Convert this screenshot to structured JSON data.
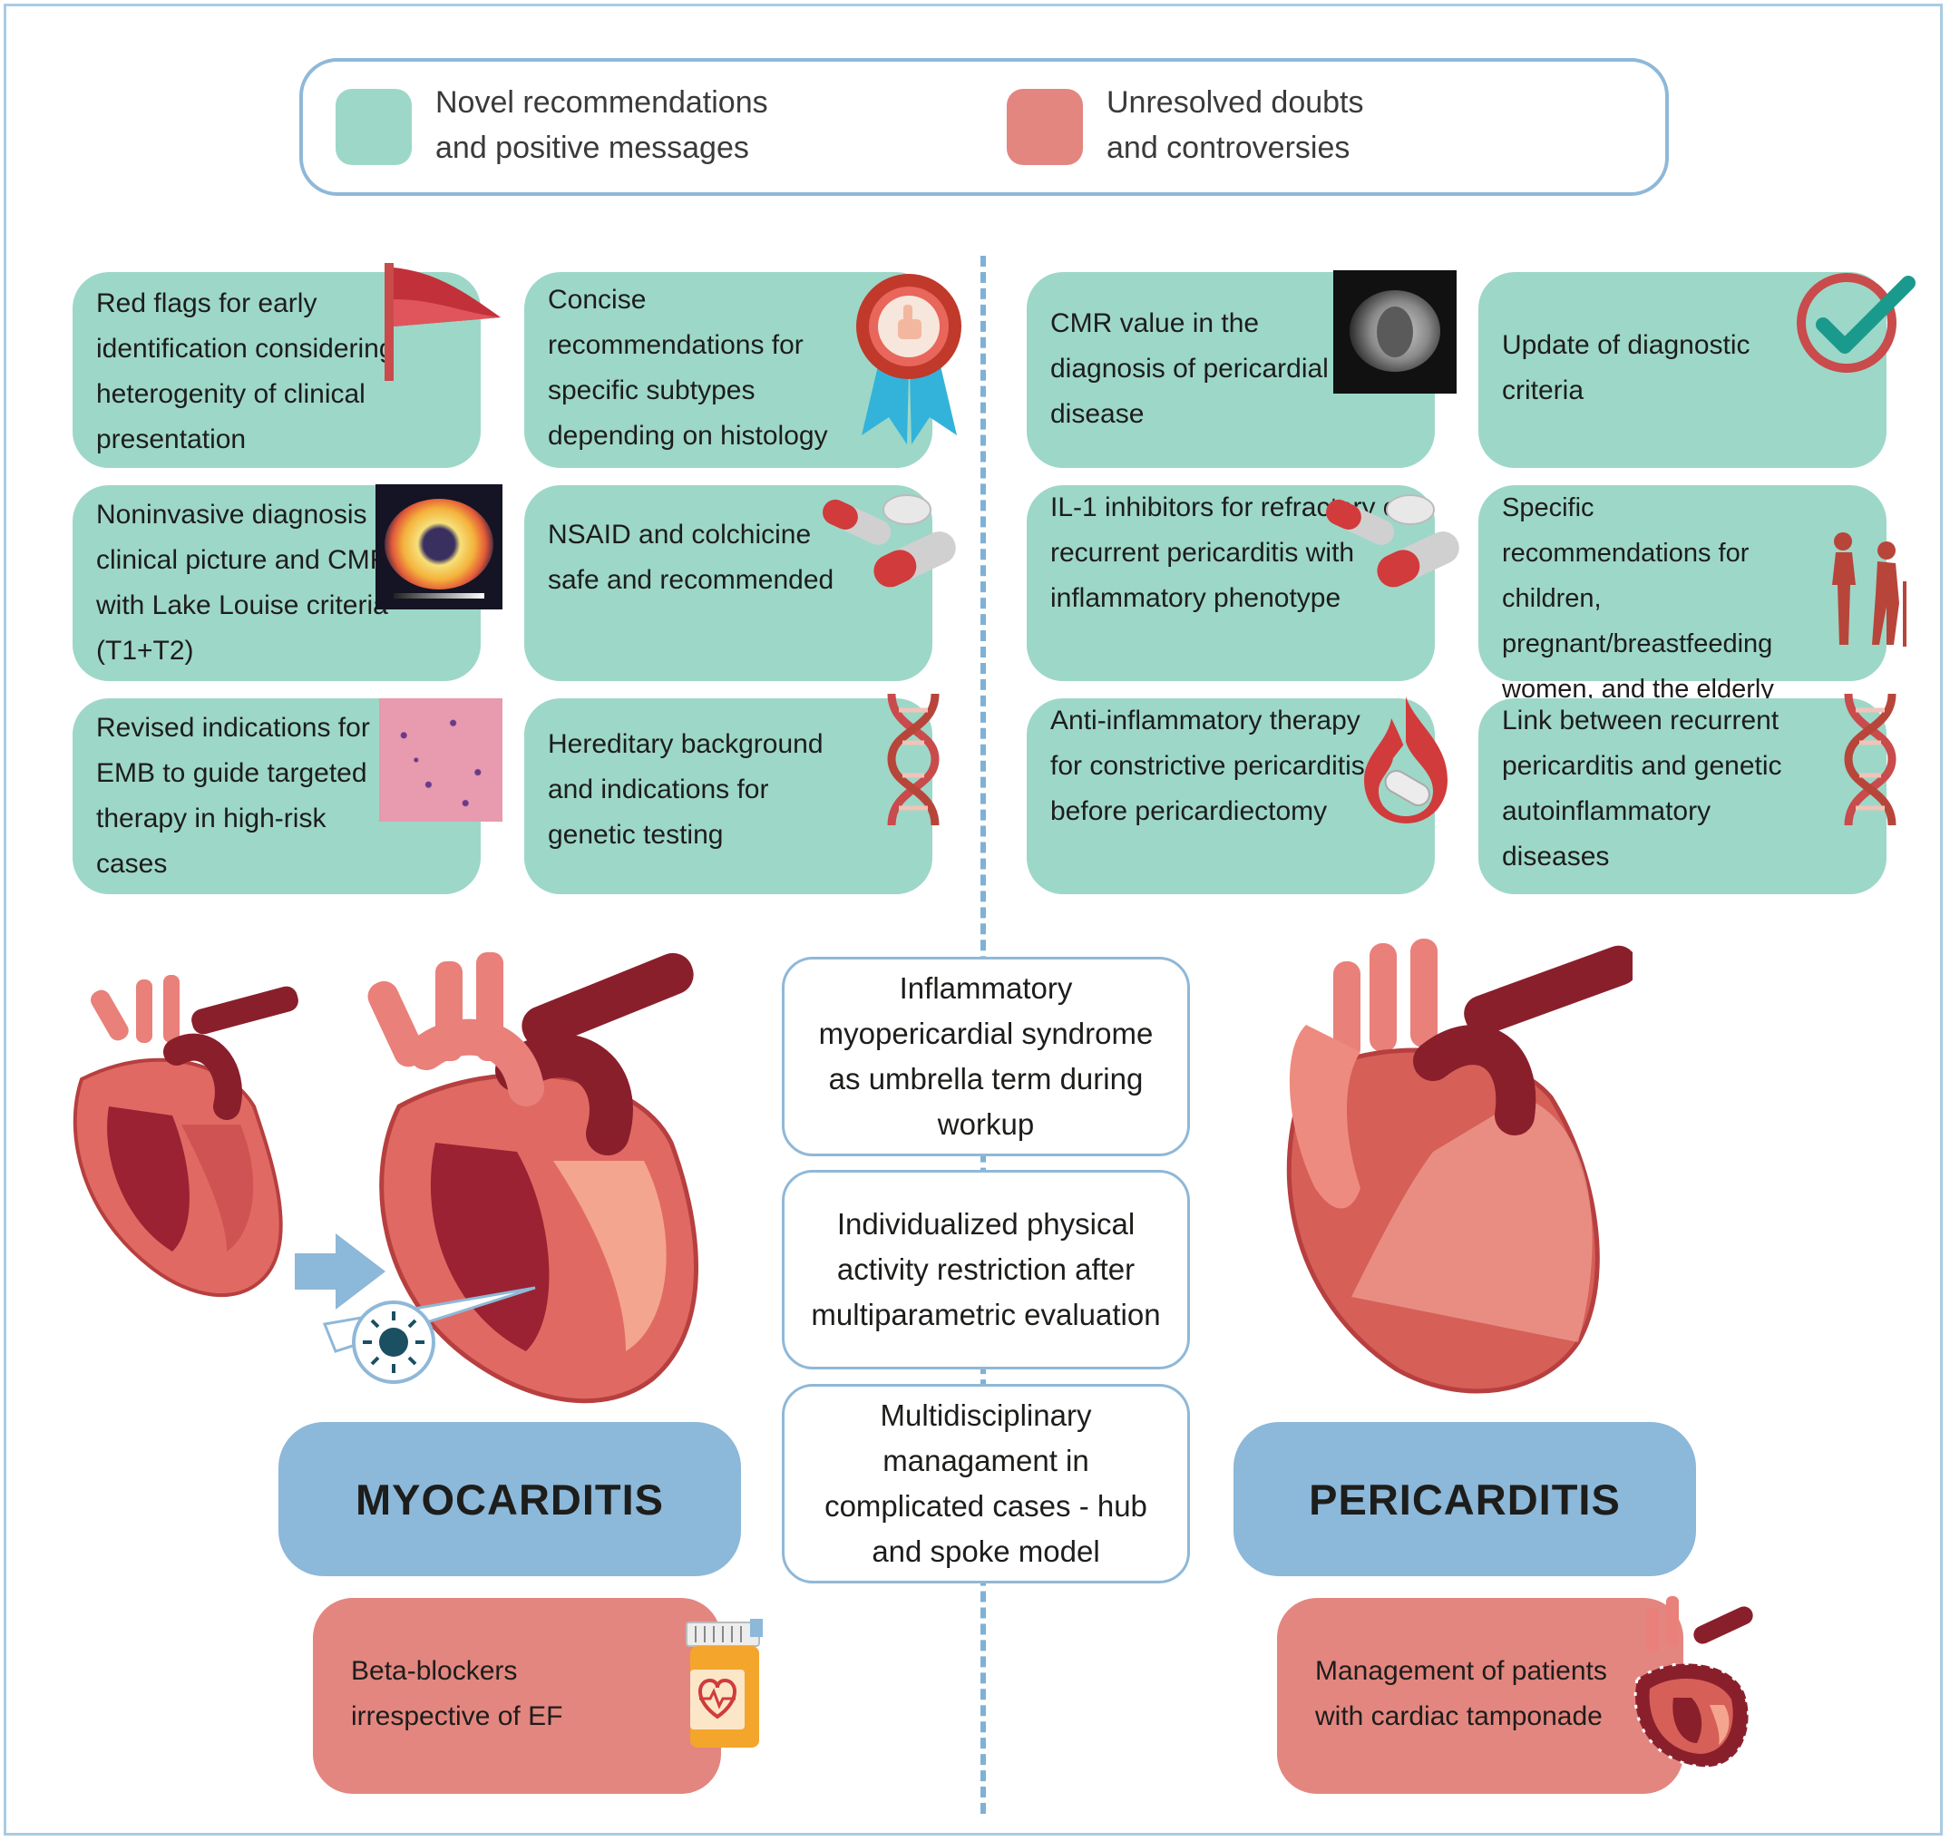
{
  "legend": {
    "novel": "Novel recommendations\nand positive messages",
    "unresolved": "Unresolved doubts\nand controversies"
  },
  "cards": {
    "red_flags": "Red flags for early identification considering heterogenity of clinical presentation",
    "concise": "Concise recommendations for specific subtypes depending on histology",
    "cmr_value": "CMR value in the diagnosis of pericardial disease",
    "update_criteria": "Update of diagnostic criteria",
    "noninvasive": "Noninvasive diagnosis if clinical picture and CMR with Lake Louise criteria (T1+T2)",
    "nsaid": "NSAID and colchicine safe and recommended",
    "il1": "IL-1 inhibitors for refractory or recurrent pericarditis with inflammatory phenotype",
    "specific_groups": "Specific recommendations for children, pregnant/breastfeeding women, and the elderly",
    "emb": "Revised indications for EMB to guide targeted therapy in high-risk cases",
    "hereditary": "Hereditary background and indications for genetic testing",
    "anti_inflammatory": "Anti-inflammatory therapy for constrictive pericarditis before pericardiectomy",
    "link_recurrent": "Link between recurrent pericarditis and genetic autoinflammatory diseases"
  },
  "center": {
    "umbrella": "Inflammatory myopericardial syndrome as umbrella term during workup",
    "activity": "Individualized physical activity restriction after multiparametric evaluation",
    "multidisciplinary": "Multidisciplinary managament in complicated cases - hub and spoke model"
  },
  "diseases": {
    "myocarditis": "MYOCARDITIS",
    "pericarditis": "PERICARDITIS"
  },
  "controversies": {
    "beta_blockers": "Beta-blockers irrespective of EF",
    "tamponade": "Management of patients with cardiac tamponade"
  },
  "colors": {
    "green": "#9dd7c8",
    "red": "#e3867f",
    "blue": "#8cb8d9",
    "border_blue": "#8fb8d8"
  },
  "icons": [
    "red-flag-icon",
    "award-ribbon-icon",
    "cmr-scan-image",
    "checkmark-icon",
    "cmr-map-image",
    "pills-icon",
    "people-icon",
    "histology-image",
    "dna-icon",
    "flame-pill-icon",
    "heart-icon",
    "virus-icon",
    "medicine-bottle-icon",
    "arrow-icon"
  ]
}
